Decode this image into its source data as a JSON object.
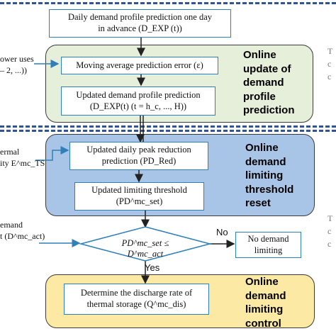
{
  "top_box": {
    "line1": "Daily demand profile prediction one day",
    "line2": "in advance (D_EXP (t))"
  },
  "stage1": {
    "box1": "Moving average prediction error (ε)",
    "box2_line1": "Updated demand profile prediction",
    "box2_line2": "(D_EXP(t) (t = h_c, ..., H))",
    "title": [
      "Online",
      "update of",
      "demand",
      "profile",
      "prediction"
    ]
  },
  "stage2": {
    "box1_line1": "Updated daily peak reduction",
    "box1_line2": "prediction (PD_Red)",
    "box2_line1": "Updated limiting threshold",
    "box2_line2": "(PD^mc_set)",
    "title": [
      "Online",
      "demand",
      "limiting",
      "threshold",
      "reset"
    ]
  },
  "decision": {
    "text": "PD^mc_set ≤ D^mc_act",
    "no_label": "No",
    "yes_label": "Yes"
  },
  "no_box": {
    "line1": "No demand",
    "line2": "limiting"
  },
  "stage3": {
    "box_line1": "Determine the discharge rate of",
    "box_line2": "thermal storage (Q^mc_dis)",
    "title": [
      "Online",
      "demand",
      "limiting",
      "control"
    ]
  },
  "left_inputs": {
    "input1_line1": "ower uses",
    "input1_line2": "– 2, ...))",
    "input2_line1": "ermal",
    "input2_line2": "ity E^mc_TS",
    "input3_line1": "emand",
    "input3_line2": "t (D^mc_act)"
  },
  "right_fragments": {
    "t1": "T",
    "c1": "c",
    "c2": "c",
    "t2": "T",
    "c3": "c",
    "c4": "c"
  },
  "colors": {
    "stage1_fill": "#e6efd9",
    "stage2_fill": "#a8c4e6",
    "stage3_fill": "#fbe9a4",
    "box_border": "#2f7fb8",
    "dash": "#2f5597"
  }
}
